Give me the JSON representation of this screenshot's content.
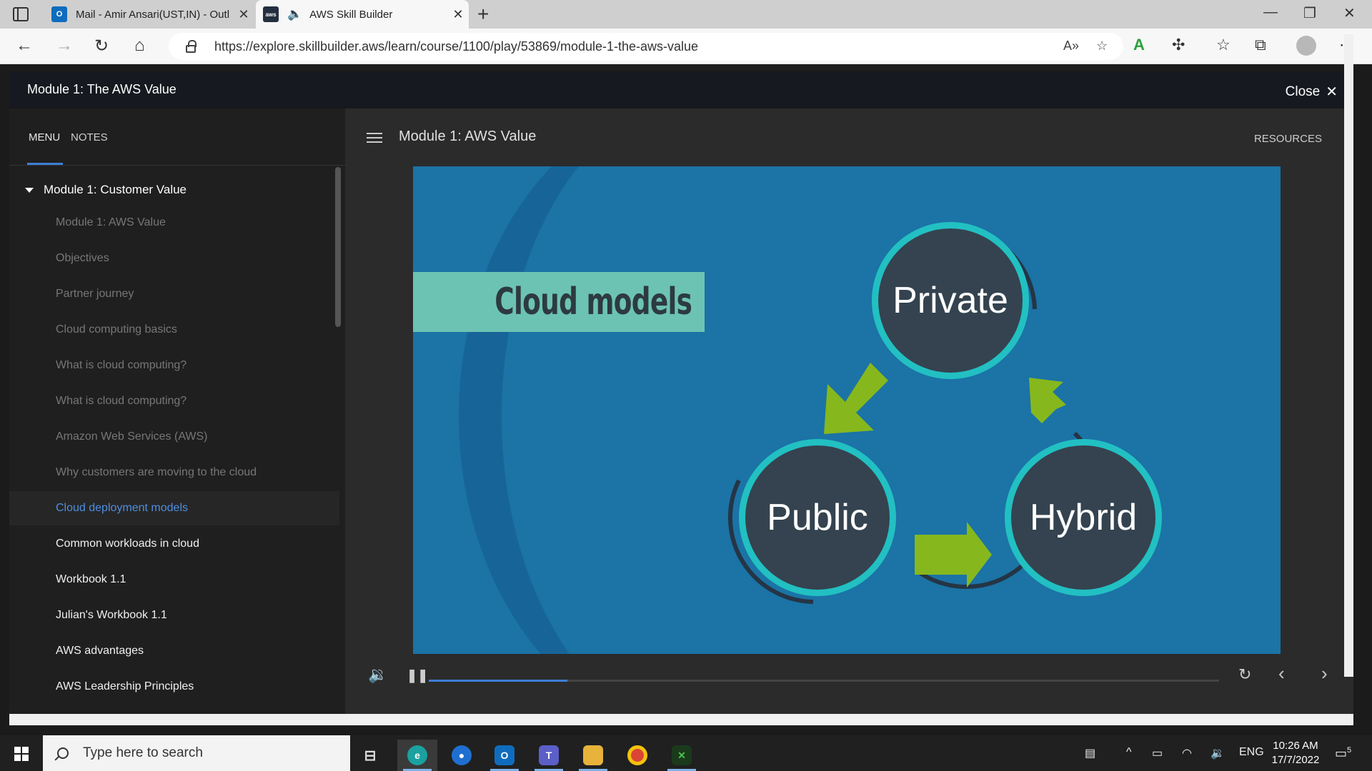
{
  "browser": {
    "tabs": [
      {
        "title": "Mail - Amir Ansari(UST,IN) - Outl",
        "icon": "outlook-icon"
      },
      {
        "title": "AWS Skill Builder",
        "icon": "aws-icon",
        "favicon_text": "aws"
      }
    ],
    "url": "https://explore.skillbuilder.aws/learn/course/1100/play/53869/module-1-the-aws-value"
  },
  "player": {
    "title": "Module 1: The AWS Value",
    "close_label": "Close",
    "sidebar_tabs": [
      "MENU",
      "NOTES"
    ],
    "section": "Module 1: Customer Value",
    "menu_items": [
      {
        "label": "Module 1: AWS Value",
        "state": "done"
      },
      {
        "label": "Objectives",
        "state": "done"
      },
      {
        "label": "Partner journey",
        "state": "done"
      },
      {
        "label": "Cloud computing basics",
        "state": "done"
      },
      {
        "label": "What is cloud computing?",
        "state": "done"
      },
      {
        "label": "What is cloud computing?",
        "state": "done"
      },
      {
        "label": "Amazon Web Services (AWS)",
        "state": "done"
      },
      {
        "label": "Why customers are moving to the cloud",
        "state": "done"
      },
      {
        "label": "Cloud deployment models",
        "state": "current"
      },
      {
        "label": "Common workloads in cloud",
        "state": "todo"
      },
      {
        "label": "Workbook 1.1",
        "state": "todo"
      },
      {
        "label": "Julian's Workbook 1.1",
        "state": "todo"
      },
      {
        "label": "AWS advantages",
        "state": "todo"
      },
      {
        "label": "AWS Leadership Principles",
        "state": "todo"
      }
    ],
    "lesson_title": "Module 1: AWS Value",
    "resources_label": "RESOURCES",
    "slide": {
      "banner": "Cloud models",
      "circles": [
        "Private",
        "Public",
        "Hybrid"
      ]
    },
    "progress": 0.175
  },
  "taskbar": {
    "search_placeholder": "Type here to search",
    "language": "ENG",
    "time": "10:26 AM",
    "date": "17/7/2022",
    "notification_count": "5"
  },
  "colors": {
    "slide_bg": "#1b73a6",
    "ring": "#22c0c2",
    "circle": "#34434f",
    "arrow": "#86b81d",
    "banner": "#6cc3b4",
    "accent": "#3d7fd6"
  }
}
